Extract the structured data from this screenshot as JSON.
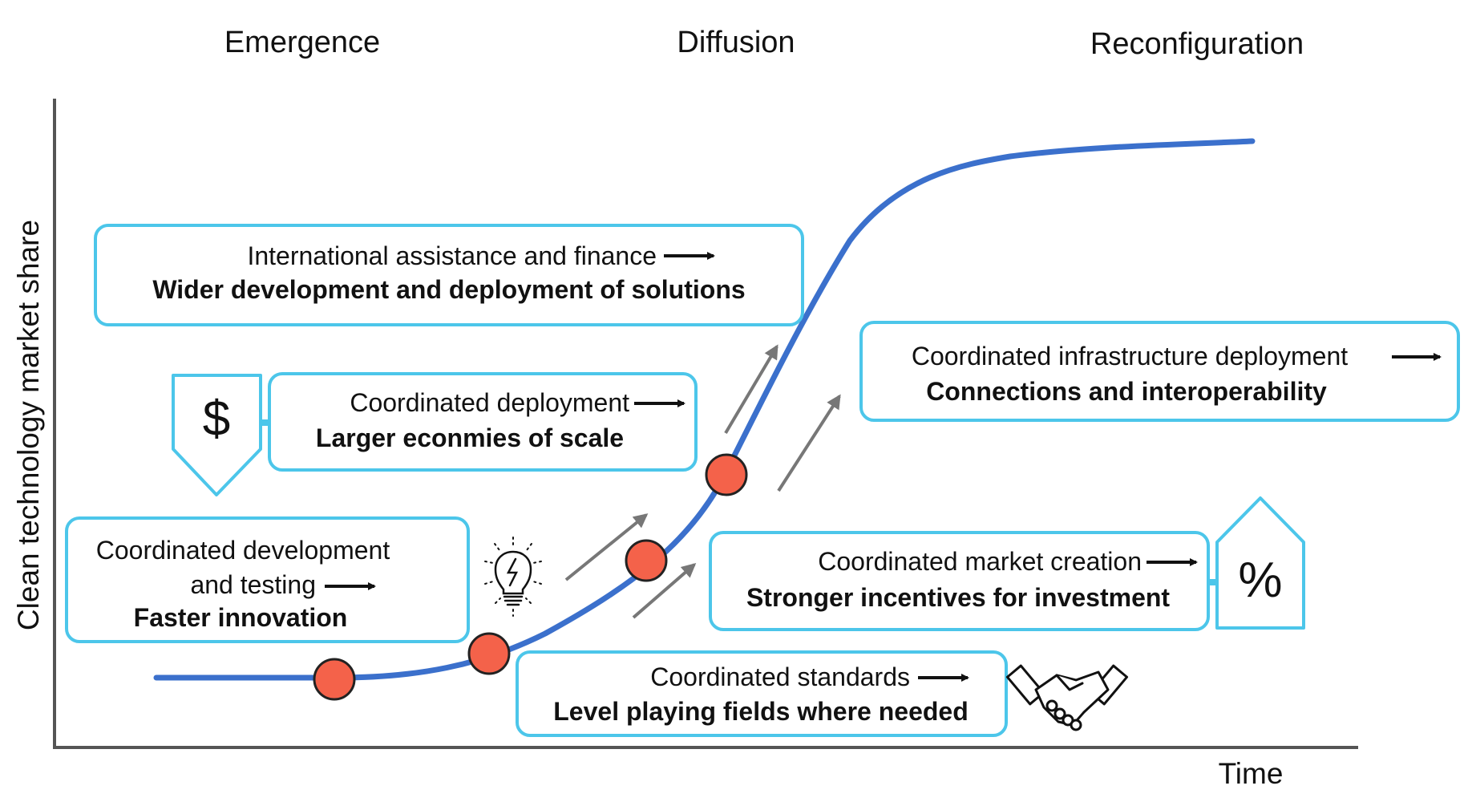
{
  "phases": [
    "Emergence",
    "Diffusion",
    "Reconfiguration"
  ],
  "axes": {
    "y_label": "Clean technology market share",
    "x_label": "Time"
  },
  "boxes": [
    {
      "id": "international",
      "normal_lines": [
        "International assistance and finance"
      ],
      "bold": "Wider development and deployment of solutions",
      "icon": "arrow-right-icon"
    },
    {
      "id": "deployment",
      "normal_lines": [
        "Coordinated deployment"
      ],
      "bold": "Larger econmies of scale",
      "icon": "arrow-right-icon"
    },
    {
      "id": "development",
      "normal_lines": [
        "Coordinated development",
        "and testing"
      ],
      "bold": "Faster innovation",
      "icon": "arrow-right-icon"
    },
    {
      "id": "infrastructure",
      "normal_lines": [
        "Coordinated infrastructure deployment"
      ],
      "bold": "Connections and interoperability",
      "icon": "arrow-right-icon"
    },
    {
      "id": "market",
      "normal_lines": [
        "Coordinated market creation"
      ],
      "bold": "Stronger incentives for investment",
      "icon": "arrow-right-icon"
    },
    {
      "id": "standards",
      "normal_lines": [
        "Coordinated standards"
      ],
      "bold": "Level playing fields where needed",
      "icon": "arrow-right-icon"
    }
  ],
  "symbols": {
    "dollar": "$",
    "percent": "%"
  },
  "icons": [
    "dollar-shield-icon",
    "percent-house-icon",
    "lightbulb-icon",
    "handshake-icon"
  ],
  "colors": {
    "curve": "#3b70cc",
    "box_border": "#4cc6ea",
    "marker_fill": "#f4624a",
    "trend_arrow": "#777777"
  }
}
